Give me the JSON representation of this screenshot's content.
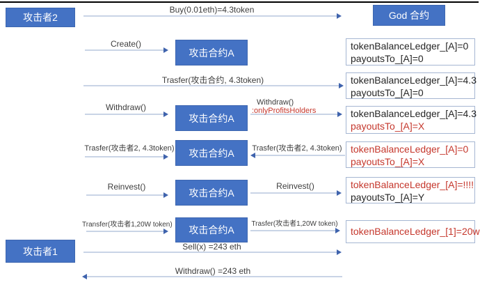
{
  "colors": {
    "actor_box_fill": "#4472C4",
    "actor_box_text": "#FFFFFF",
    "state_box_border": "#A5B6D2",
    "arrow_line": "#C9D4E6",
    "arrow_head": "#3F63AD",
    "text_black": "#262626",
    "text_red": "#C5372C",
    "top_border": "#000000"
  },
  "actors": {
    "attacker2": "攻击者2",
    "attacker1": "攻击者1",
    "god_contract": "God 合约",
    "attack_contract": "攻击合约A"
  },
  "messages": {
    "buy": "Buy(0.01eth)=4.3token",
    "create": "Create()",
    "transfer_contract": "Trasfer(攻击合约, 4.3token)",
    "withdraw": "Withdraw()",
    "only_profits_holders": ":onlyProfitsHolders",
    "transfer_attacker2": "Trasfer(攻击者2, 4.3token)",
    "reinvest": "Reinvest()",
    "transfer_attacker1_left": "Transfer(攻击者1,20W token)",
    "transfer_attacker1_right": "Trasfer(攻击者1,20W token)",
    "sell": "Sell(x) =243 eth",
    "withdraw_final": "Withdraw() =243 eth"
  },
  "ledger_states": [
    {
      "line1": {
        "text": "tokenBalanceLedger_[A]=0",
        "color": "black"
      },
      "line2": {
        "text": "payoutsTo_[A]=0",
        "color": "black"
      }
    },
    {
      "line1": {
        "text": "tokenBalanceLedger_[A]=4.3",
        "color": "black"
      },
      "line2": {
        "text": "payoutsTo_[A]=0",
        "color": "black"
      }
    },
    {
      "line1": {
        "text": "tokenBalanceLedger_[A]=4.3",
        "color": "black"
      },
      "line2": {
        "text": "payoutsTo_[A]=X",
        "color": "red"
      }
    },
    {
      "line1": {
        "text": "tokenBalanceLedger_[A]=0",
        "color": "red"
      },
      "line2": {
        "text": "payoutsTo_[A]=X",
        "color": "red"
      }
    },
    {
      "line1": {
        "text": "tokenBalanceLedger_[A]=!!!!",
        "color": "red"
      },
      "line2": {
        "text": "payoutsTo_[A]=Y",
        "color": "black"
      }
    },
    {
      "line1": {
        "text": "tokenBalanceLedger_[1]=20w",
        "color": "red"
      }
    }
  ]
}
